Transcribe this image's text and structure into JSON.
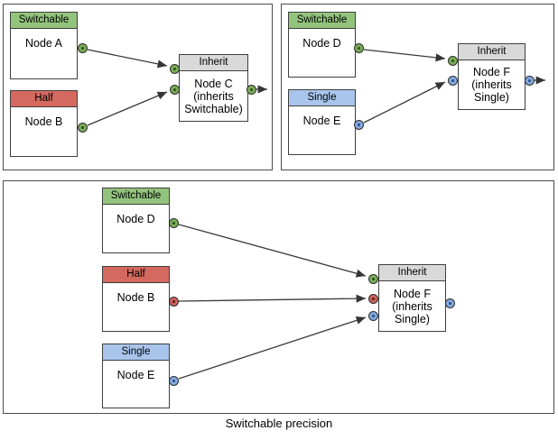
{
  "caption": "Switchable precision",
  "colors": {
    "switchable_green": "#93c47d",
    "half_red": "#d4695f",
    "single_blue": "#a9c5ec",
    "inherit_gray": "#d9d9d9",
    "port_green": "#79ad58",
    "port_red": "#cc6258",
    "port_blue": "#84a9de"
  },
  "panels": [
    {
      "id": "top-left",
      "nodes": [
        {
          "header": "Switchable",
          "body": "Node A"
        },
        {
          "header": "Half",
          "body": "Node B"
        },
        {
          "header": "Inherit",
          "body": "Node C (inherits Switchable)"
        }
      ],
      "edges": [
        "Node A out → Node C in 1",
        "Node B out → Node C in 2",
        "Node C out → (downstream)"
      ]
    },
    {
      "id": "top-right",
      "nodes": [
        {
          "header": "Switchable",
          "body": "Node D"
        },
        {
          "header": "Single",
          "body": "Node E"
        },
        {
          "header": "Inherit",
          "body": "Node F (inherits Single)"
        }
      ],
      "edges": [
        "Node D out → Node F in 1",
        "Node E out → Node F in 2",
        "Node F out → (downstream)"
      ]
    },
    {
      "id": "bottom",
      "nodes": [
        {
          "header": "Switchable",
          "body": "Node D"
        },
        {
          "header": "Half",
          "body": "Node B"
        },
        {
          "header": "Single",
          "body": "Node E"
        },
        {
          "header": "Inherit",
          "body": "Node F (inherits Single)"
        }
      ],
      "edges": [
        "Node D out → Node F in 1",
        "Node B out → Node F in 2",
        "Node E out → Node F in 3"
      ]
    }
  ]
}
